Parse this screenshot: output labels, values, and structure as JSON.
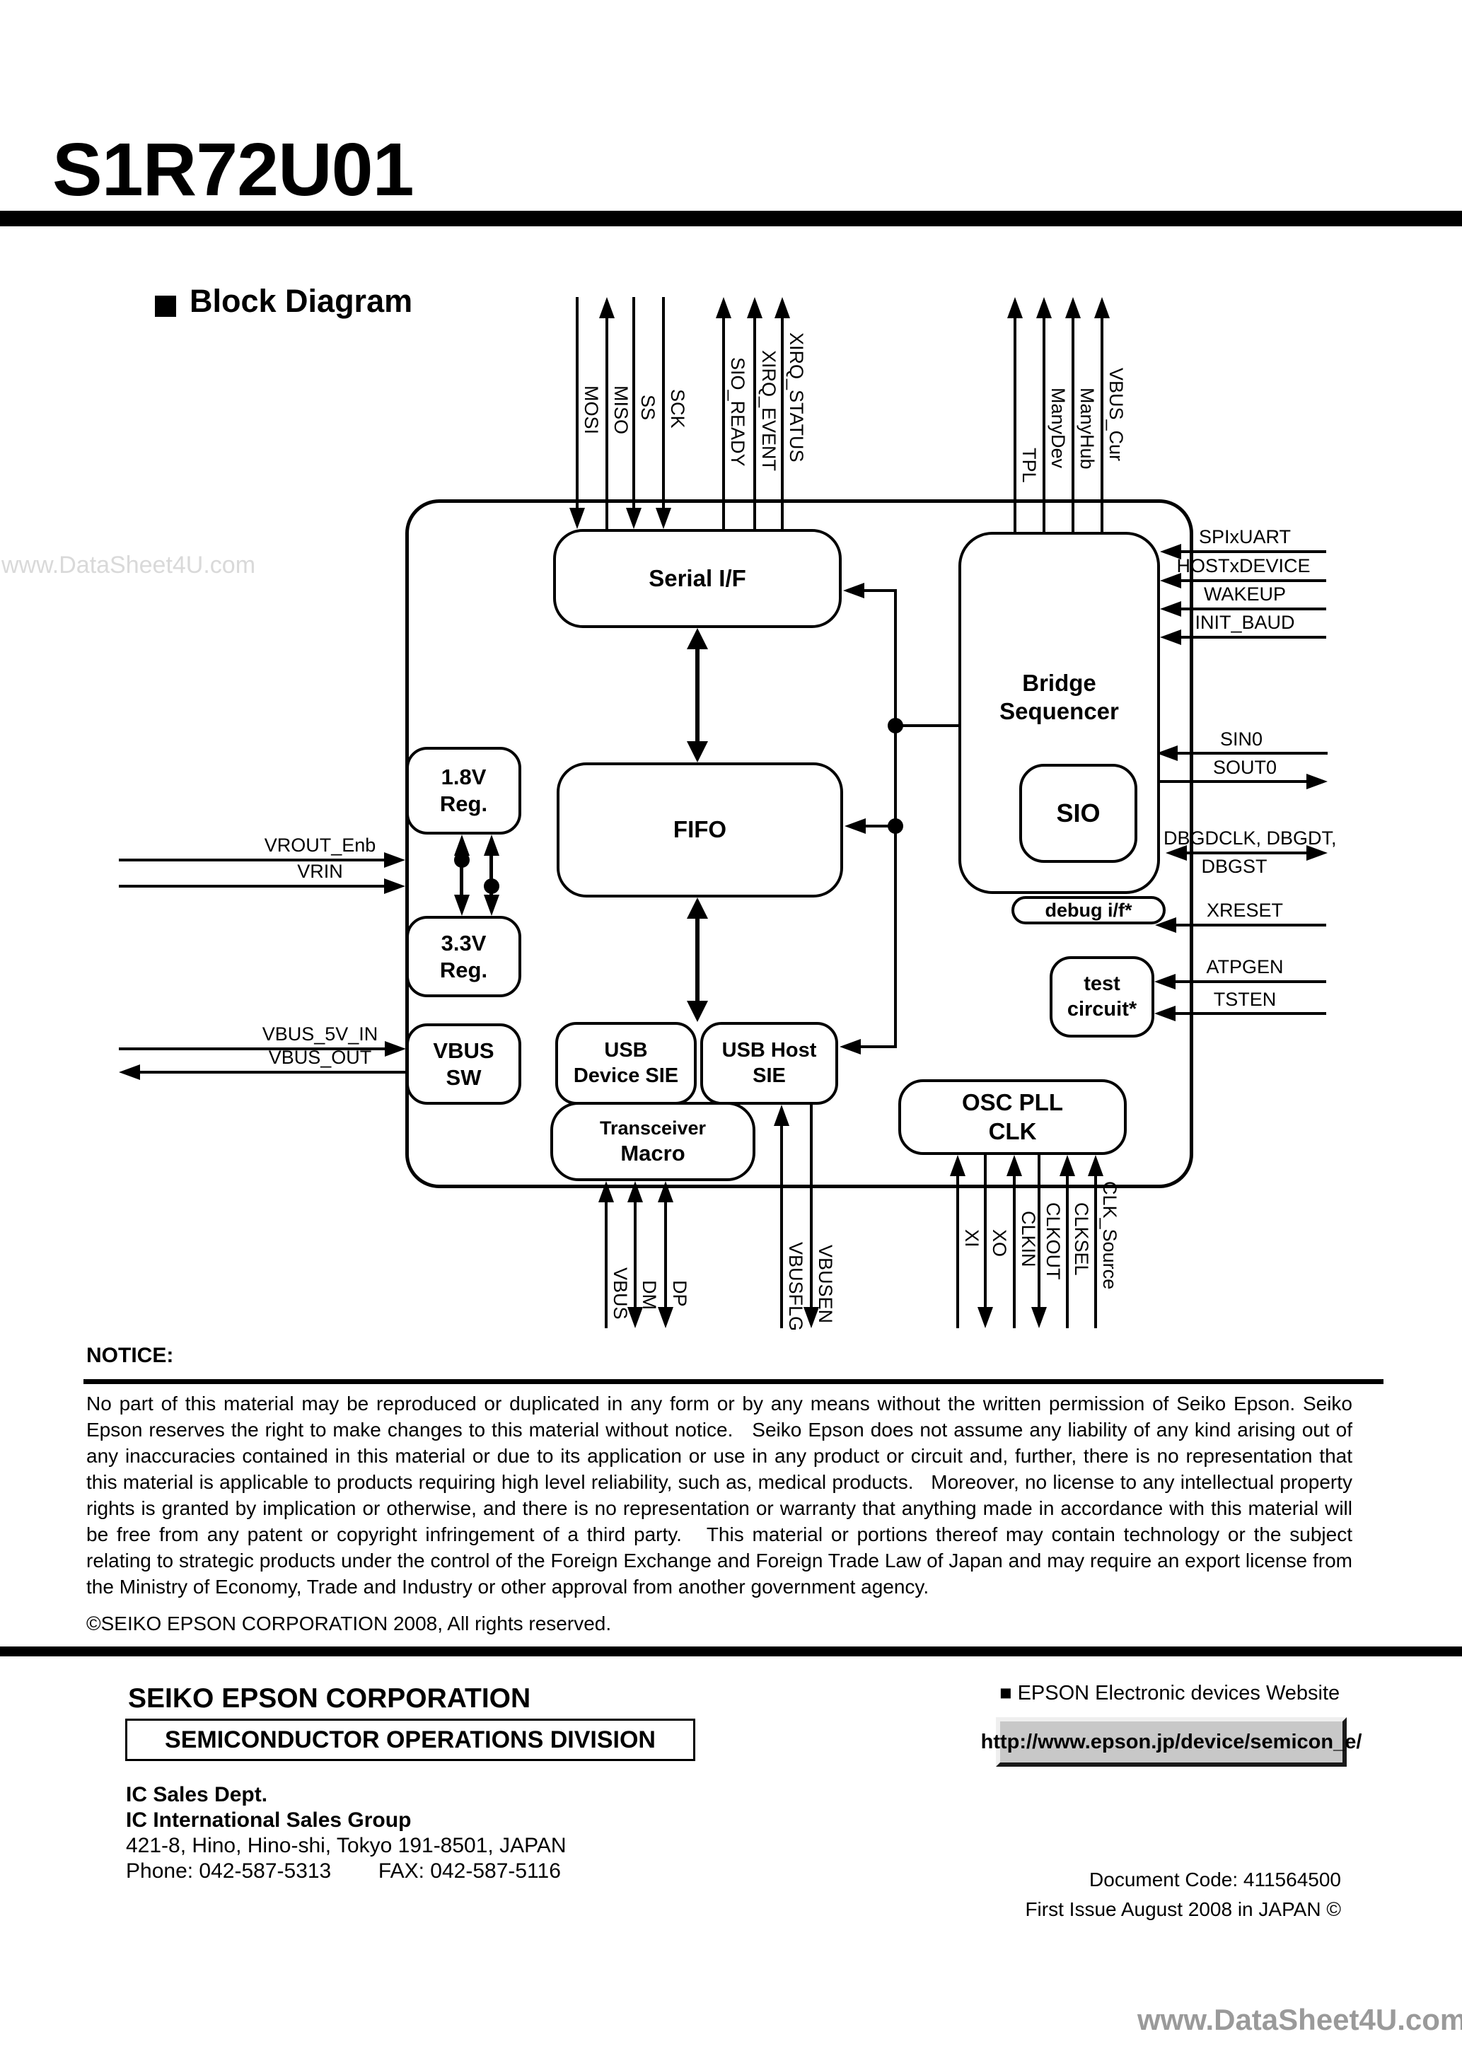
{
  "header": {
    "title": "S1R72U01",
    "section": "Block Diagram"
  },
  "watermarks": {
    "top_left": "www.DataSheet4U.com",
    "bottom_right": "www.DataSheet4U.com"
  },
  "colors": {
    "line": "#000000",
    "url_button_bg": "#c8c8c8",
    "watermark_light": "#d9d9d9",
    "watermark_dark": "#9a9a9a"
  },
  "blocks": {
    "serial_if": "Serial I/F",
    "fifo": "FIFO",
    "bridge": [
      "Bridge",
      "Sequencer"
    ],
    "sio": "SIO",
    "debug_if": "debug i/f*",
    "test": [
      "test",
      "circuit*"
    ],
    "osc": [
      "OSC PLL",
      "CLK"
    ],
    "reg18": [
      "1.8V",
      "Reg."
    ],
    "reg33": [
      "3.3V",
      "Reg."
    ],
    "vbus_sw": [
      "VBUS",
      "SW"
    ],
    "usb_device": [
      "USB",
      "Device SIE"
    ],
    "usb_host": [
      "USB Host",
      "SIE"
    ],
    "transceiver": [
      "Transceiver",
      "Macro"
    ]
  },
  "signals": {
    "top": [
      "MOSI",
      "MISO",
      "SS",
      "SCK",
      "SIO_READY",
      "XIRQ_EVENT",
      "XIRQ_STATUS",
      "TPL",
      "ManyDev",
      "ManyHub",
      "VBUS_Cur"
    ],
    "right": [
      "SPIxUART",
      "HOSTxDEVICE",
      "WAKEUP",
      "INIT_BAUD",
      "SIN0",
      "SOUT0",
      "DBGDCLK, DBGDT,",
      "DBGST",
      "XRESET",
      "ATPGEN",
      "TSTEN"
    ],
    "left": [
      "VROUT_Enb",
      "VRIN",
      "VBUS_5V_IN",
      "VBUS_OUT"
    ],
    "bottom": [
      "VBUS",
      "DM",
      "DP",
      "VBUSFLG",
      "VBUSEN",
      "XI",
      "XO",
      "CLKIN",
      "CLKOUT",
      "CLKSEL",
      "CLK_Source"
    ]
  },
  "notice": {
    "heading": "NOTICE:",
    "body": "No part of this material may be reproduced or duplicated in any form or by any means without the written permission of Seiko Epson. Seiko Epson reserves the right to make changes to this material without notice.   Seiko Epson does not assume any liability of any kind arising out of any inaccuracies contained in this material or due to its application or use in any product or circuit and, further, there is no representation that this material is applicable to products requiring high level reliability, such as, medical products.   Moreover, no license to any intellectual property rights is granted by implication or otherwise, and there is no representation or warranty that anything made in accordance with this material will be free from any patent or copyright infringement of a third party.   This material or portions thereof may contain technology or the subject relating to strategic products under the control of the Foreign Exchange and Foreign Trade Law of Japan and may require an export license from the Ministry of Economy, Trade and Industry or other approval from another government agency.",
    "copyright": "©SEIKO EPSON CORPORATION 2008, All rights reserved."
  },
  "footer": {
    "company": "SEIKO EPSON CORPORATION",
    "division": "SEMICONDUCTOR OPERATIONS DIVISION",
    "dept_lines": [
      "IC Sales Dept.",
      "IC International Sales Group",
      "421-8, Hino, Hino-shi, Tokyo 191-8501, JAPAN",
      "Phone: 042-587-5313        FAX: 042-587-5116"
    ],
    "website_marker": "■",
    "website_label": " EPSON Electronic devices Website",
    "website_url": "http://www.epson.jp/device/semicon_e/",
    "doc_code": "Document Code: 411564500",
    "first_issue": "First Issue August 2008 in JAPAN  ©"
  }
}
